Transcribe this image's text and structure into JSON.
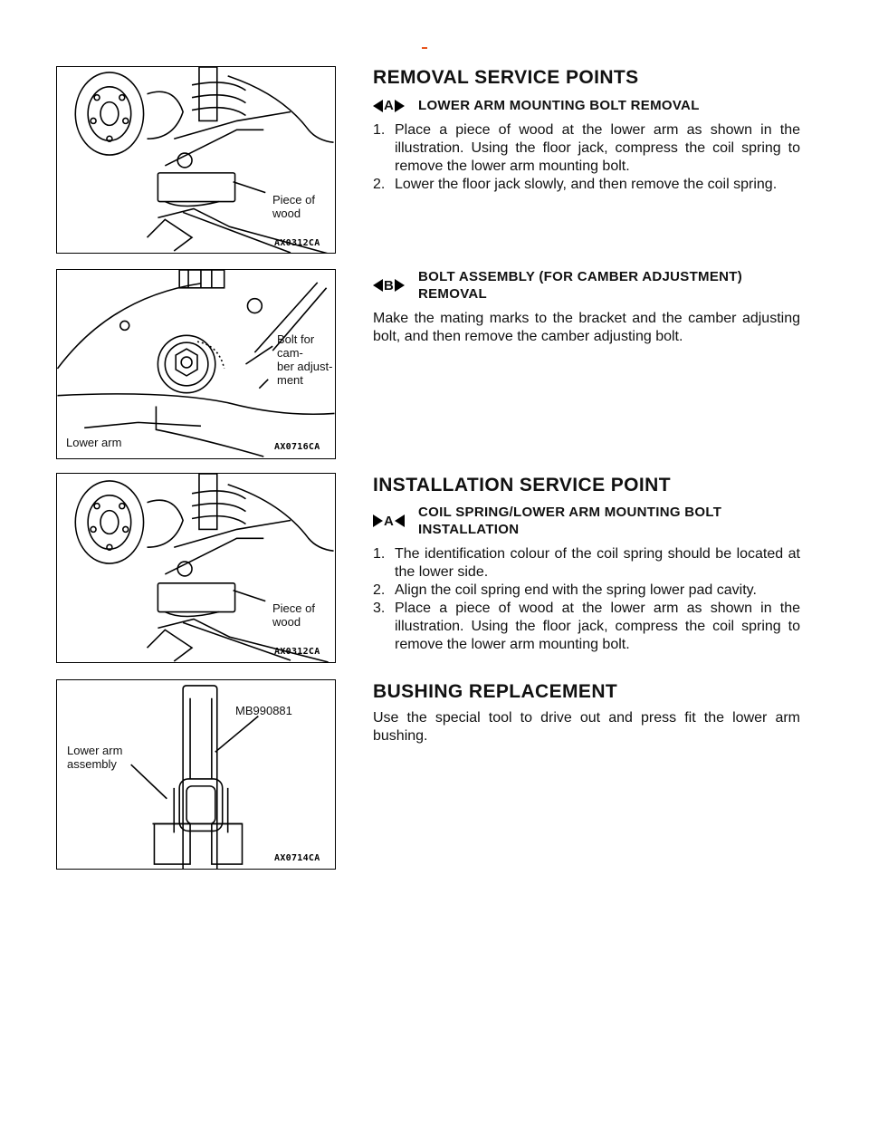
{
  "figures": [
    {
      "code": "AX0312CA",
      "callouts": [
        "Piece of\nwood"
      ]
    },
    {
      "code": "AX0716CA",
      "callouts": [
        "Bolt for cam-\nber adjust-\nment",
        "Lower arm"
      ]
    },
    {
      "code": "AX0312CA",
      "callouts": [
        "Piece of\nwood"
      ]
    },
    {
      "code": "AX0714CA",
      "callouts": [
        "MB990881",
        "Lower arm\nassembly"
      ]
    }
  ],
  "removal": {
    "heading": "REMOVAL SERVICE POINTS",
    "proc_a": {
      "letter": "A",
      "title": "LOWER ARM MOUNTING BOLT REMOVAL"
    },
    "steps": [
      {
        "num": "1.",
        "text": "Place a piece of wood at the lower arm as shown in the illustration. Using the floor jack, compress the coil spring to remove the lower arm mounting bolt."
      },
      {
        "num": "2.",
        "text": "Lower the floor jack slowly, and then remove the coil spring."
      }
    ],
    "proc_b": {
      "letter": "B",
      "title": "BOLT ASSEMBLY (FOR CAMBER ADJUSTMENT) REMOVAL"
    },
    "proc_b_text": "Make the mating marks to the bracket and the camber adjusting bolt, and then remove the camber adjusting bolt."
  },
  "installation": {
    "heading": "INSTALLATION SERVICE POINT",
    "proc_a": {
      "letter": "A",
      "title": "COIL SPRING/LOWER ARM MOUNTING BOLT INSTALLATION"
    },
    "steps": [
      {
        "num": "1.",
        "text": "The identification colour of the coil spring should be located at the lower side."
      },
      {
        "num": "2.",
        "text": "Align the coil spring end with the spring lower pad cavity."
      },
      {
        "num": "3.",
        "text": "Place a piece of wood at the lower arm as shown in the illustration. Using the floor jack, compress the coil spring to remove the lower arm mounting bolt."
      }
    ]
  },
  "bushing": {
    "heading": "BUSHING REPLACEMENT",
    "text": "Use the special tool to drive out and press fit the lower arm bushing."
  }
}
